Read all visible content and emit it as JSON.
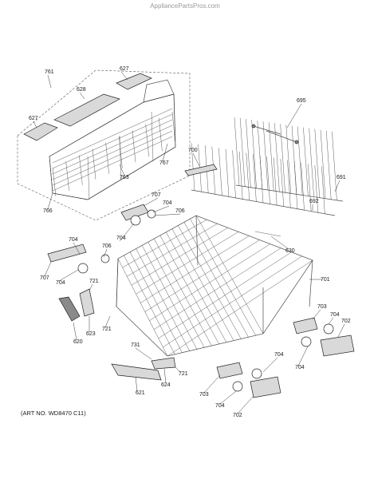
{
  "watermark": "AppliancePartsPros.com",
  "art_number": "(ART NO. WD8470 C11)",
  "callouts": [
    "761",
    "627",
    "628",
    "627",
    "767",
    "763",
    "766",
    "695",
    "700",
    "691",
    "692",
    "707",
    "704",
    "706",
    "704",
    "630",
    "701",
    "704",
    "706",
    "707",
    "704",
    "721",
    "623",
    "620",
    "721",
    "703",
    "704",
    "702",
    "731",
    "704",
    "624",
    "721",
    "704",
    "621",
    "703",
    "704",
    "702"
  ]
}
